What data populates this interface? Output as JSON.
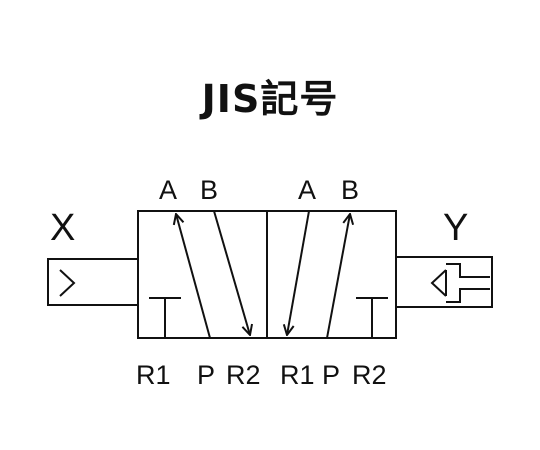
{
  "title": "JIS記号",
  "pilots": {
    "left": "X",
    "right": "Y"
  },
  "ports_top": [
    "A",
    "B",
    "A",
    "B"
  ],
  "ports_bottom": [
    "R1",
    "P",
    "R2",
    "R1",
    "P",
    "R2"
  ],
  "colors": {
    "line": "#111111",
    "background": "#ffffff"
  },
  "symbol": "5-port 2-position double pilot valve (JIS)"
}
